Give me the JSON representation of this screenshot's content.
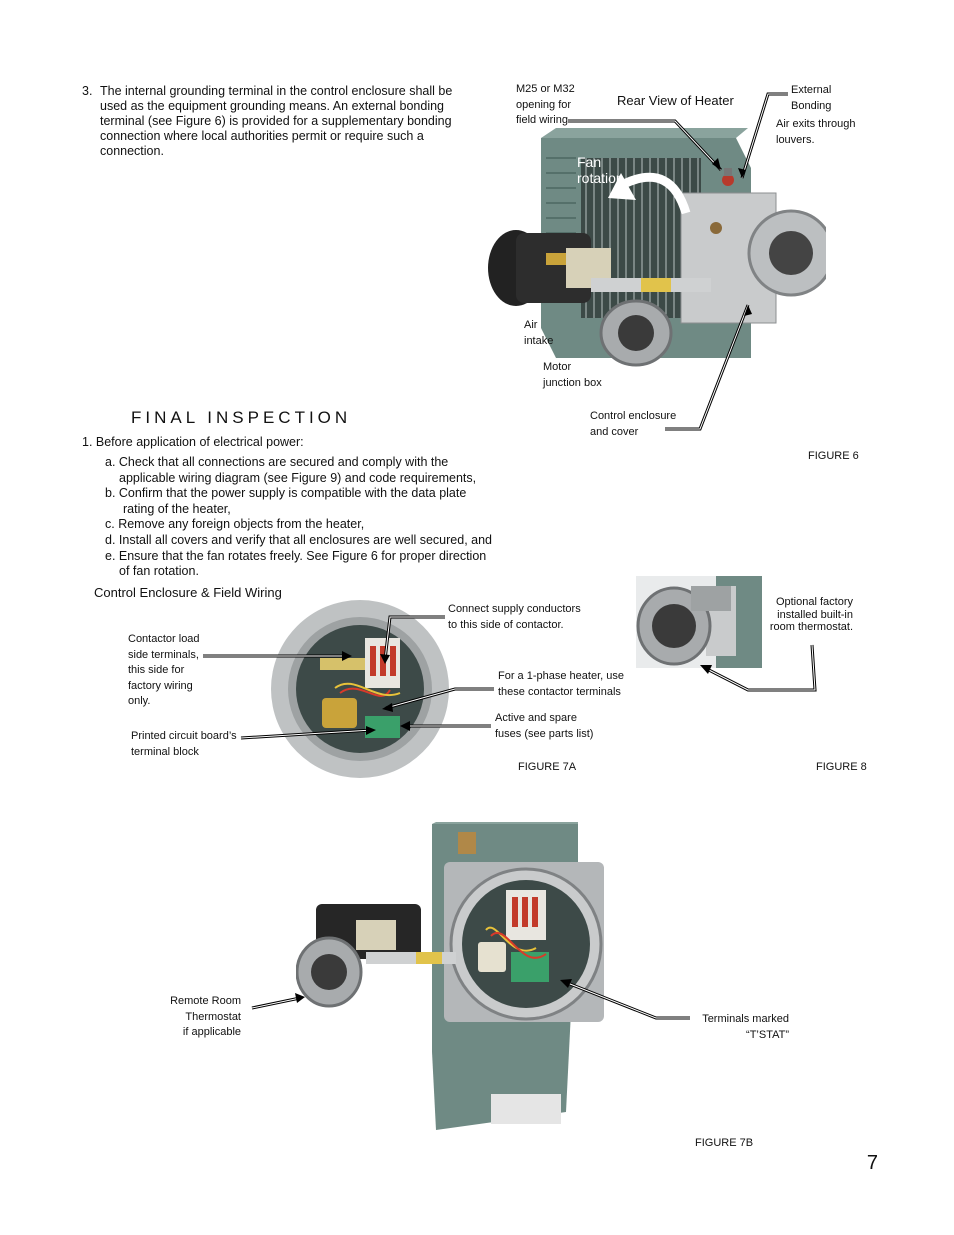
{
  "section_item3": {
    "number": "3.",
    "text": "The internal grounding terminal in the control enclosure shall be used as the equipment grounding means. An external bonding terminal (see Figure 6) is provided for a supplementary bonding connection where local authorities permit or require such a connection."
  },
  "figure6": {
    "label_m25": "M25 or M32",
    "label_opening": "opening for",
    "label_field": "field wiring",
    "label_rear": "Rear View of Heater",
    "label_external": "External",
    "label_bonding": "Bonding",
    "label_air_exits1": "Air exits through",
    "label_air_exits2": "louvers.",
    "label_fan1": "Fan",
    "label_fan2": "rotation",
    "label_air1": "Air",
    "label_air2": "intake",
    "label_motor1": "Motor",
    "label_motor2": "junction box",
    "label_control1": "Control enclosure",
    "label_control2": "and cover",
    "caption": "FIGURE 6"
  },
  "final_inspection": {
    "heading": "FINAL INSPECTION",
    "item1": "1.  Before application of electrical power:",
    "a1": "a. Check that all connections are secured and comply with the",
    "a2": "applicable wiring diagram (see Figure 9) and code requirements,",
    "b1": "b. Confirm that the power supply is compatible with the data plate",
    "b2": "rating of the heater,",
    "c": "c. Remove any foreign objects from the heater,",
    "d": "d. Install all covers and verify that all enclosures are well secured, and",
    "e1": "e. Ensure that the fan rotates freely.  See Figure 6 for proper direction",
    "e2": "of fan rotation."
  },
  "figure7a": {
    "title": "Control Enclosure & Field Wiring",
    "contactor1": "Contactor load",
    "contactor2": "side terminals,",
    "contactor3": "this side for",
    "contactor4": "factory wiring",
    "contactor5": "only.",
    "supply1": "Connect supply conductors",
    "supply2": "to this side of contactor.",
    "phase1": "For a 1-phase heater, use",
    "phase2": "these contactor terminals",
    "fuses1": "Active and spare",
    "fuses2": "fuses (see parts list)",
    "pcb1": "Printed circuit board’s",
    "pcb2": "terminal block",
    "caption": "FIGURE 7A"
  },
  "figure8": {
    "opt1": "Optional factory",
    "opt2": "installed built-in",
    "opt3": "room thermostat.",
    "caption": "FIGURE 8"
  },
  "figure7b": {
    "remote1": "Remote Room",
    "remote2": "Thermostat",
    "remote3": "if applicable",
    "tstat1": "Terminals marked",
    "tstat2": "“T’STAT”",
    "caption": "FIGURE 7B"
  },
  "page_number": "7",
  "colors": {
    "housing_green": "#6f8a84",
    "aluminum": "#c9cbcc",
    "motor_black": "#222222"
  }
}
